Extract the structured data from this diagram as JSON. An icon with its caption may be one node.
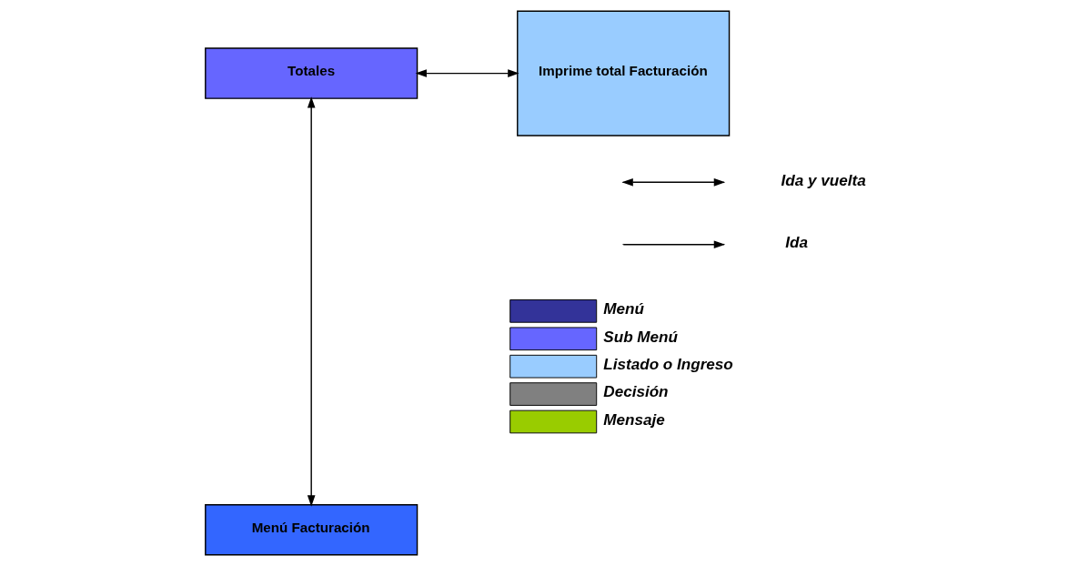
{
  "diagram": {
    "nodes": [
      {
        "text": [
          "Totales"
        ]
      },
      {
        "text": [
          "Imprime total Facturación"
        ]
      },
      {
        "text": [
          "Menú Facturación"
        ]
      }
    ],
    "edges": [
      {
        "from": 0,
        "to": 1,
        "arrow": "both"
      },
      {
        "from": 0,
        "to": 2,
        "arrow": "both"
      }
    ],
    "legend": [
      {
        "text": "Ida y vuelta"
      },
      {
        "text": "Ida"
      },
      {
        "text": "Menú",
        "color": "#333399"
      },
      {
        "text": "Sub Menú",
        "color": "#6666ff"
      },
      {
        "text": "Listado o Ingreso",
        "color": "#99ccff"
      },
      {
        "text": "Decisión",
        "color": "#808080"
      },
      {
        "text": "Mensaje",
        "color": "#99cc00"
      }
    ]
  }
}
